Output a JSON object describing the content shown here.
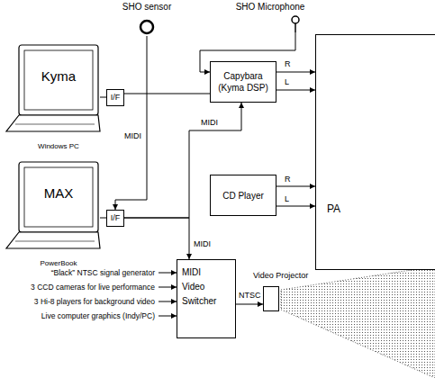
{
  "diagram": {
    "nodes": [
      {
        "text": [
          "SHO sensor"
        ]
      },
      {
        "text": [
          "SHO Microphone"
        ]
      },
      {
        "text": [
          "Kyma",
          "Windows PC"
        ]
      },
      {
        "text": [
          "I/F"
        ]
      },
      {
        "text": [
          "Capybara (Kyma DSP)"
        ]
      },
      {
        "text": [
          "PA"
        ]
      },
      {
        "text": [
          "MAX",
          "PowerBook"
        ]
      },
      {
        "text": [
          "I/F"
        ]
      },
      {
        "text": [
          "CD Player"
        ]
      },
      {
        "text": [
          "MIDI Video Switcher"
        ]
      },
      {
        "text": [
          "Video Projector"
        ]
      }
    ],
    "edges": [
      {
        "from": 2,
        "to": 3,
        "arrow": "none"
      },
      {
        "from": 3,
        "to": 4,
        "arrow": "none"
      },
      {
        "from": 0,
        "to": 7,
        "label": "MIDI",
        "arrow": "to"
      },
      {
        "from": 1,
        "to": 4,
        "arrow": "to"
      },
      {
        "from": 4,
        "to": 5,
        "label": "R",
        "arrow": "to"
      },
      {
        "from": 4,
        "to": 5,
        "label": "L",
        "arrow": "to"
      },
      {
        "from": 6,
        "to": 7,
        "arrow": "none"
      },
      {
        "from": 7,
        "to": 4,
        "label": "MIDI",
        "arrow": "to"
      },
      {
        "from": 7,
        "to": 9,
        "label": "MIDI",
        "arrow": "to"
      },
      {
        "from": 8,
        "to": 5,
        "label": "R",
        "arrow": "to"
      },
      {
        "from": 8,
        "to": 5,
        "label": "L",
        "arrow": "to"
      },
      {
        "from": 9,
        "to": 10,
        "label": "NTSC",
        "arrow": "to"
      }
    ],
    "labels": [
      "“Black” NTSC signal generator",
      "3 CCD cameras for live performance",
      "3 Hi-8 players for background video",
      "Live computer graphics (Indy/PC)"
    ]
  }
}
